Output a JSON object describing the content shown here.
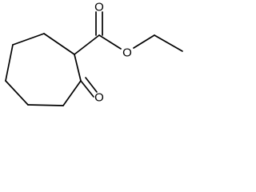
{
  "molecule": {
    "name": "",
    "atoms": {
      "ester_carbonyl_oxygen": {
        "symbol": "O"
      },
      "ester_ether_oxygen": {
        "symbol": "O"
      },
      "ketone_oxygen": {
        "symbol": "O"
      }
    }
  },
  "colors": {
    "bond": "#000000",
    "label": "#000000",
    "background": "#ffffff"
  }
}
